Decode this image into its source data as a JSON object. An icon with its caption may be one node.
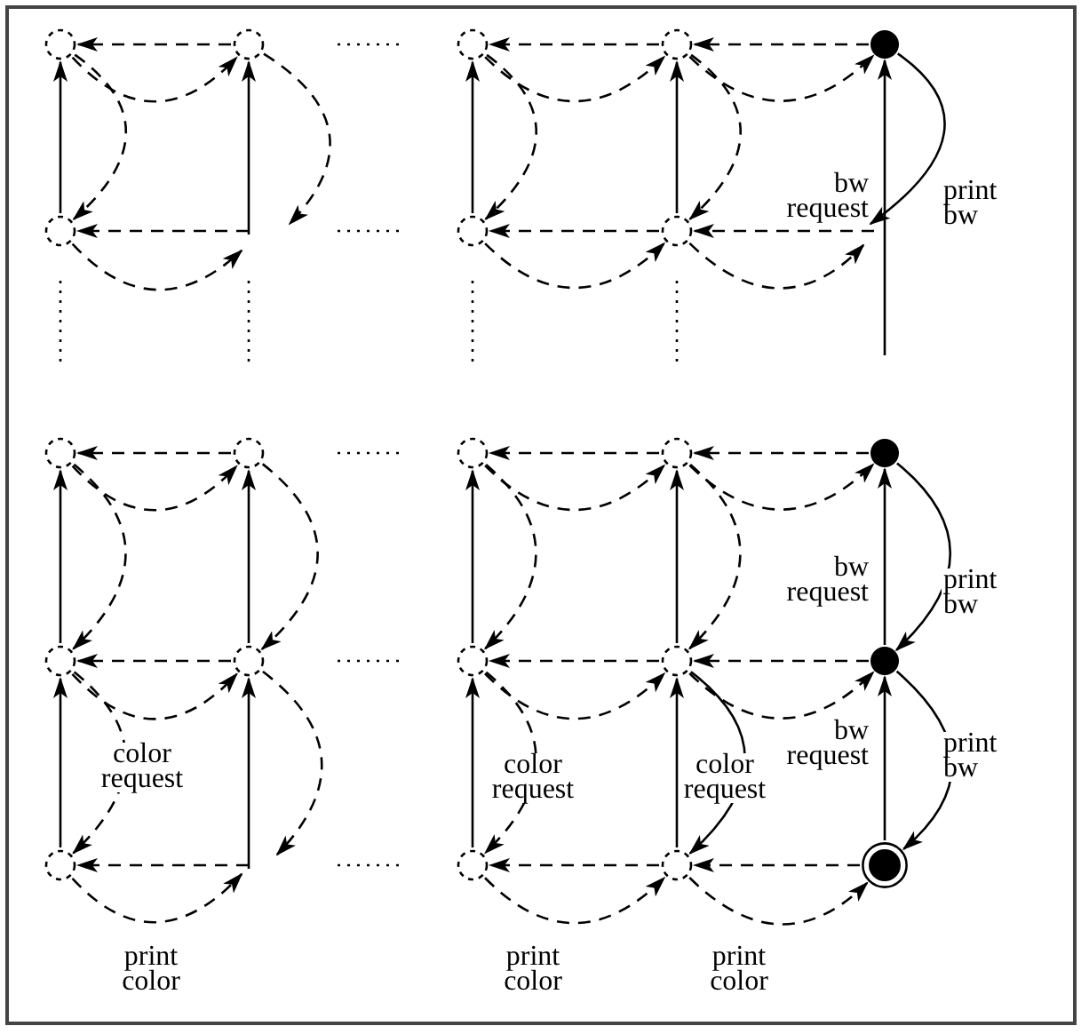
{
  "diagram": {
    "nodes": [
      {
        "text": [],
        "shape": "circle"
      },
      {
        "text": [],
        "shape": "circle"
      },
      {
        "text": [],
        "shape": "circle"
      },
      {
        "text": [],
        "shape": "circle"
      },
      {
        "text": [],
        "shape": "dot"
      },
      {
        "text": [],
        "shape": "circle"
      },
      {
        "text": [],
        "shape": "circle"
      },
      {
        "text": [],
        "shape": "circle"
      },
      {
        "text": [],
        "shape": "circle"
      },
      {
        "text": [],
        "shape": "circle"
      },
      {
        "text": [],
        "shape": "circle"
      },
      {
        "text": [],
        "shape": "circle"
      },
      {
        "text": [],
        "shape": "dot"
      },
      {
        "text": [],
        "shape": "circle"
      },
      {
        "text": [],
        "shape": "circle"
      },
      {
        "text": [],
        "shape": "circle"
      },
      {
        "text": [],
        "shape": "circle"
      },
      {
        "text": [],
        "shape": "dot"
      },
      {
        "text": [],
        "shape": "circle"
      },
      {
        "text": [],
        "shape": "circle"
      },
      {
        "text": [],
        "shape": "circle"
      },
      {
        "text": [],
        "shape": "bullseye"
      }
    ],
    "edges": [
      {
        "from": 1,
        "to": 0,
        "arrow": "to",
        "style": "dashed"
      },
      {
        "from": 5,
        "to": 0,
        "arrow": "to"
      },
      {
        "from": null,
        "to": 1,
        "arrow": "to"
      },
      {
        "from": null,
        "to": 5,
        "arrow": "to",
        "style": "dashed"
      },
      {
        "from": 0,
        "to": 1,
        "arrow": "to",
        "style": "dashed"
      },
      {
        "from": 0,
        "to": 5,
        "arrow": "to",
        "style": "dashed"
      },
      {
        "from": 1,
        "to": null,
        "arrow": "to",
        "style": "dashed"
      },
      {
        "from": 5,
        "to": null,
        "arrow": "to",
        "style": "dashed"
      },
      {
        "from": 3,
        "to": 2,
        "arrow": "to",
        "style": "dashed"
      },
      {
        "from": 4,
        "to": 3,
        "arrow": "to",
        "style": "dashed"
      },
      {
        "from": 6,
        "to": 2,
        "arrow": "to"
      },
      {
        "from": 7,
        "to": 3,
        "arrow": "to"
      },
      {
        "from": null,
        "to": 4,
        "arrow": "to",
        "label": "bw request"
      },
      {
        "from": 7,
        "to": 6,
        "arrow": "to",
        "style": "dashed"
      },
      {
        "from": null,
        "to": 7,
        "arrow": "to",
        "style": "dashed"
      },
      {
        "from": 2,
        "to": 3,
        "arrow": "to",
        "style": "dashed"
      },
      {
        "from": 3,
        "to": 4,
        "arrow": "to",
        "style": "dashed"
      },
      {
        "from": 2,
        "to": 6,
        "arrow": "to",
        "style": "dashed"
      },
      {
        "from": 3,
        "to": 7,
        "arrow": "to",
        "style": "dashed"
      },
      {
        "from": 6,
        "to": 7,
        "arrow": "to",
        "style": "dashed"
      },
      {
        "from": 7,
        "to": null,
        "arrow": "to",
        "style": "dashed"
      },
      {
        "from": 4,
        "to": null,
        "arrow": "to",
        "label": "print bw"
      },
      {
        "from": 9,
        "to": 8,
        "arrow": "to",
        "style": "dashed"
      },
      {
        "from": 14,
        "to": 13,
        "arrow": "to",
        "style": "dashed"
      },
      {
        "from": null,
        "to": 18,
        "arrow": "to",
        "style": "dashed"
      },
      {
        "from": 13,
        "to": 8,
        "arrow": "to"
      },
      {
        "from": 18,
        "to": 13,
        "arrow": "to"
      },
      {
        "from": 14,
        "to": 9,
        "arrow": "to"
      },
      {
        "from": null,
        "to": 14,
        "arrow": "to"
      },
      {
        "from": 8,
        "to": 9,
        "arrow": "to",
        "style": "dashed"
      },
      {
        "from": 8,
        "to": 13,
        "arrow": "to",
        "style": "dashed"
      },
      {
        "from": 9,
        "to": 14,
        "arrow": "to",
        "style": "dashed"
      },
      {
        "from": 13,
        "to": 14,
        "arrow": "to",
        "style": "dashed"
      },
      {
        "from": 13,
        "to": 18,
        "arrow": "to",
        "style": "dashed",
        "label": "color request"
      },
      {
        "from": 14,
        "to": null,
        "arrow": "to",
        "style": "dashed"
      },
      {
        "from": 18,
        "to": null,
        "arrow": "to",
        "style": "dashed",
        "label": "print color"
      },
      {
        "from": 11,
        "to": 10,
        "arrow": "to",
        "style": "dashed"
      },
      {
        "from": 12,
        "to": 11,
        "arrow": "to",
        "style": "dashed"
      },
      {
        "from": 16,
        "to": 15,
        "arrow": "to",
        "style": "dashed"
      },
      {
        "from": 17,
        "to": 16,
        "arrow": "to",
        "style": "dashed"
      },
      {
        "from": 20,
        "to": 19,
        "arrow": "to",
        "style": "dashed"
      },
      {
        "from": 21,
        "to": 20,
        "arrow": "to",
        "style": "dashed"
      },
      {
        "from": 15,
        "to": 10,
        "arrow": "to"
      },
      {
        "from": 16,
        "to": 11,
        "arrow": "to"
      },
      {
        "from": 17,
        "to": 12,
        "arrow": "to",
        "label": "bw request"
      },
      {
        "from": 19,
        "to": 15,
        "arrow": "to"
      },
      {
        "from": 20,
        "to": 16,
        "arrow": "to"
      },
      {
        "from": 21,
        "to": 17,
        "arrow": "to",
        "label": "bw request"
      },
      {
        "from": 10,
        "to": 11,
        "arrow": "to",
        "style": "dashed"
      },
      {
        "from": 11,
        "to": 12,
        "arrow": "to",
        "style": "dashed"
      },
      {
        "from": 10,
        "to": 15,
        "arrow": "to",
        "style": "dashed"
      },
      {
        "from": 11,
        "to": 16,
        "arrow": "to",
        "style": "dashed"
      },
      {
        "from": 15,
        "to": 16,
        "arrow": "to",
        "style": "dashed"
      },
      {
        "from": 16,
        "to": 17,
        "arrow": "to",
        "style": "dashed"
      },
      {
        "from": 15,
        "to": 19,
        "arrow": "to",
        "style": "dashed",
        "label": "color request"
      },
      {
        "from": 16,
        "to": 20,
        "arrow": "to",
        "label": "color request"
      },
      {
        "from": 19,
        "to": 20,
        "arrow": "to",
        "style": "dashed",
        "label": "print color"
      },
      {
        "from": 20,
        "to": 21,
        "arrow": "to",
        "style": "dashed",
        "label": "print color"
      },
      {
        "from": 12,
        "to": 17,
        "arrow": "to",
        "label": "print bw"
      },
      {
        "from": 17,
        "to": 21,
        "arrow": "to",
        "label": "print bw"
      }
    ]
  }
}
